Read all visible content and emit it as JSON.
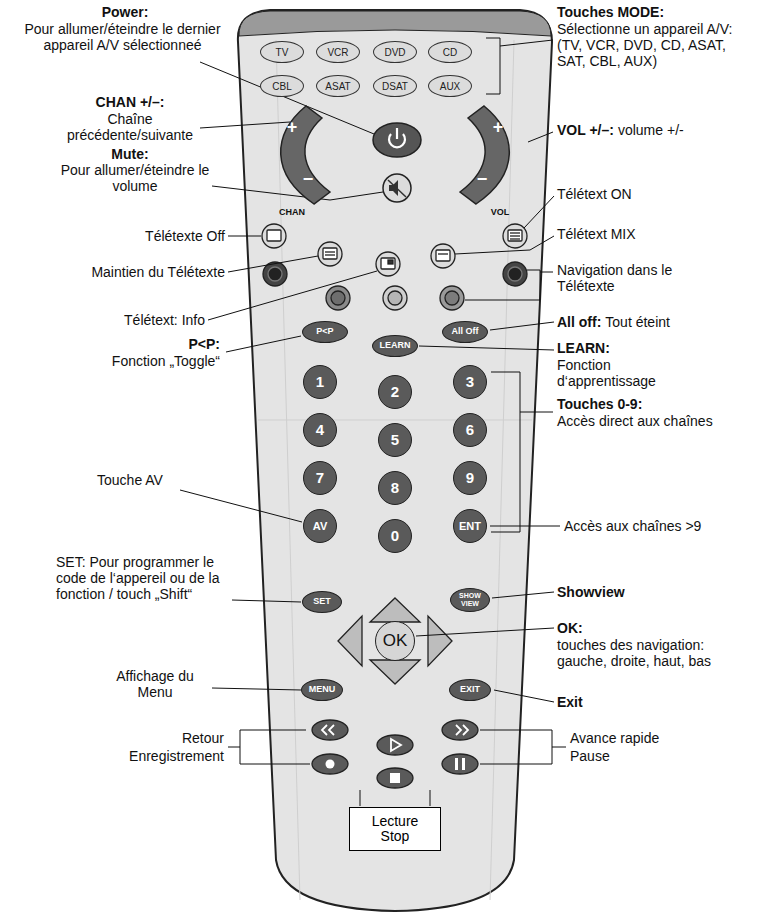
{
  "diagram": {
    "nodes": [
      {
        "text": [
          "TV"
        ]
      },
      {
        "text": [
          "VCR"
        ]
      },
      {
        "text": [
          "DVD"
        ]
      },
      {
        "text": [
          "CD"
        ]
      },
      {
        "text": [
          "CBL"
        ]
      },
      {
        "text": [
          "ASAT"
        ]
      },
      {
        "text": [
          "DSAT"
        ]
      },
      {
        "text": [
          "AUX"
        ]
      },
      {
        "text": [
          "+",
          "−"
        ]
      },
      {
        "text": [
          "+",
          "−"
        ]
      },
      {
        "text": [
          "P<P"
        ]
      },
      {
        "text": [
          "LEARN"
        ]
      },
      {
        "text": [
          "All Off"
        ]
      },
      {
        "text": [
          "1"
        ]
      },
      {
        "text": [
          "2"
        ]
      },
      {
        "text": [
          "3"
        ]
      },
      {
        "text": [
          "4"
        ]
      },
      {
        "text": [
          "5"
        ]
      },
      {
        "text": [
          "6"
        ]
      },
      {
        "text": [
          "7"
        ]
      },
      {
        "text": [
          "8"
        ]
      },
      {
        "text": [
          "9"
        ]
      },
      {
        "text": [
          "AV"
        ]
      },
      {
        "text": [
          "0"
        ]
      },
      {
        "text": [
          "ENT"
        ]
      },
      {
        "text": [
          "SET"
        ]
      },
      {
        "text": [
          "SHOW VIEW"
        ]
      },
      {
        "text": [
          "OK"
        ]
      },
      {
        "text": [
          "MENU"
        ]
      },
      {
        "text": [
          "EXIT"
        ]
      },
      {
        "text": [
          "Lecture",
          "Stop"
        ]
      }
    ],
    "labels": [
      "Power:",
      "Pour allumer/éteindre le dernier appareil A/V sélectionneé",
      "CHAN +/–:",
      "Chaîne précédente/suivante",
      "Mute:",
      "Pour allumer/éteindre le volume",
      "Télétexte Off",
      "Maintien du Télétexte",
      "Télétext: Info",
      "P<P:",
      "Fonction „Toggle“",
      "Touche AV",
      "SET: Pour programmer le code de l‘appereil ou de la fonction / touch „Shift“",
      "Affichage du Menu",
      "Retour",
      "Enregistrement",
      "Touches MODE:",
      "Sélectionne un appareil A/V: (TV, VCR, DVD, CD, ASAT, SAT, CBL, AUX)",
      "VOL +/–:",
      "volume +/-",
      "Télétext ON",
      "Télétext MIX",
      "Navigation dans le Télétexte",
      "All off:",
      "Tout éteint",
      "LEARN:",
      "Fonction d‘apprentissage",
      "Touches 0-9:",
      "Accès direct aux chaînes",
      "Accès aux chaînes >9",
      "Showview",
      "OK:",
      "touches des navigation: gauche, droite, haut, bas",
      "Exit",
      "Avance rapide",
      "Pause",
      "CHAN",
      "VOL"
    ]
  }
}
